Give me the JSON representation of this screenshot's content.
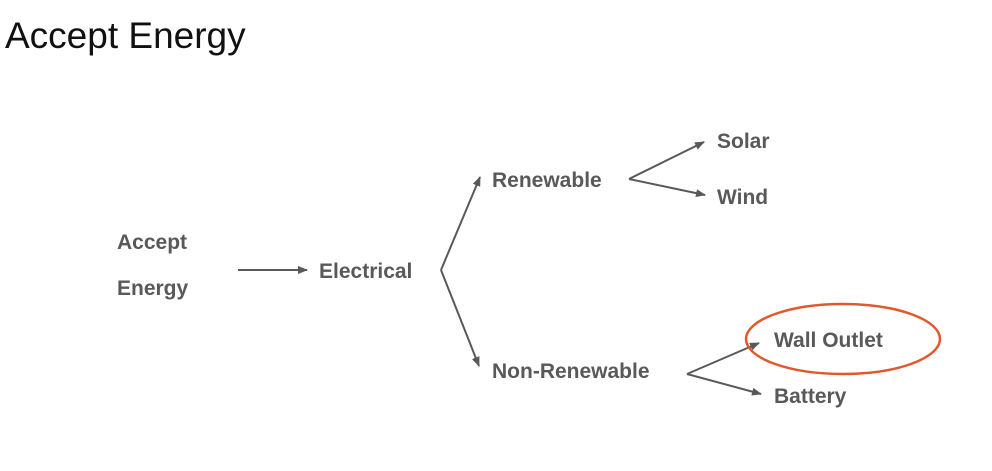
{
  "title": "Accept Energy",
  "nodes": {
    "root_line1": "Accept",
    "root_line2": "Energy",
    "electrical": "Electrical",
    "renewable": "Renewable",
    "non_renewable": "Non-Renewable",
    "solar": "Solar",
    "wind": "Wind",
    "wall_outlet": "Wall Outlet",
    "battery": "Battery"
  },
  "highlighted_node": "Wall Outlet",
  "colors": {
    "text": "#595959",
    "title": "#111111",
    "arrow": "#595959",
    "highlight": "#e0582b"
  }
}
